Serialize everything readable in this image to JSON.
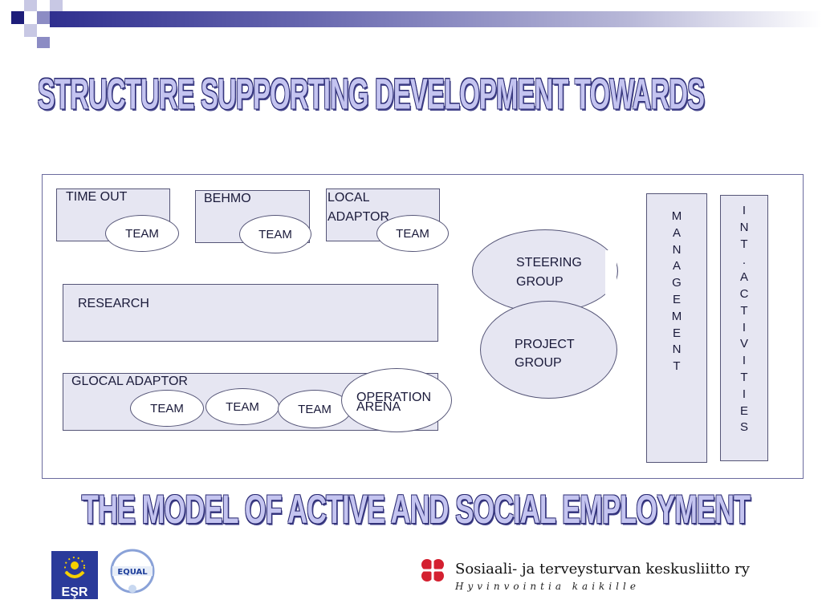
{
  "slide": {
    "title": "STRUCTURE SUPPORTING DEVELOPMENT TOWARDS",
    "subtitle": "THE MODEL OF ACTIVE AND SOCIAL EMPLOYMENT"
  },
  "diagram": {
    "time_out": "TIME OUT",
    "behmo": "BEHMO",
    "local_adaptor_line1": "LOCAL",
    "local_adaptor_line2": "ADAPTOR",
    "team": "TEAM",
    "research": "RESEARCH",
    "glocal_adaptor": "GLOCAL ADAPTOR",
    "operation_arena_line1": "OPERATION",
    "operation_arena_line2": "ARENA",
    "steering_line1": "STEERING",
    "steering_line2": "GROUP",
    "project_line1": "PROJECT",
    "project_line2": "GROUP",
    "management": "M\nA\nN\nA\nG\nE\nM\nE\nN\nT",
    "int_activities": "I\nN\nT\n.\nA\nC\nT\nI\nV\nI\nT\nI\nE\nS"
  },
  "footer": {
    "esr_label": "EŞR",
    "equal_label": "EQUAL",
    "org_name": "Sosiaali- ja terveysturvan keskusliitto ry",
    "org_tagline": "Hyvinvointia kaikille"
  },
  "colors": {
    "accent_dark": "#2f2f8f",
    "box_fill": "#e6e6f2",
    "title_fill": "#c4c4f0",
    "logo_red": "#d42030"
  }
}
